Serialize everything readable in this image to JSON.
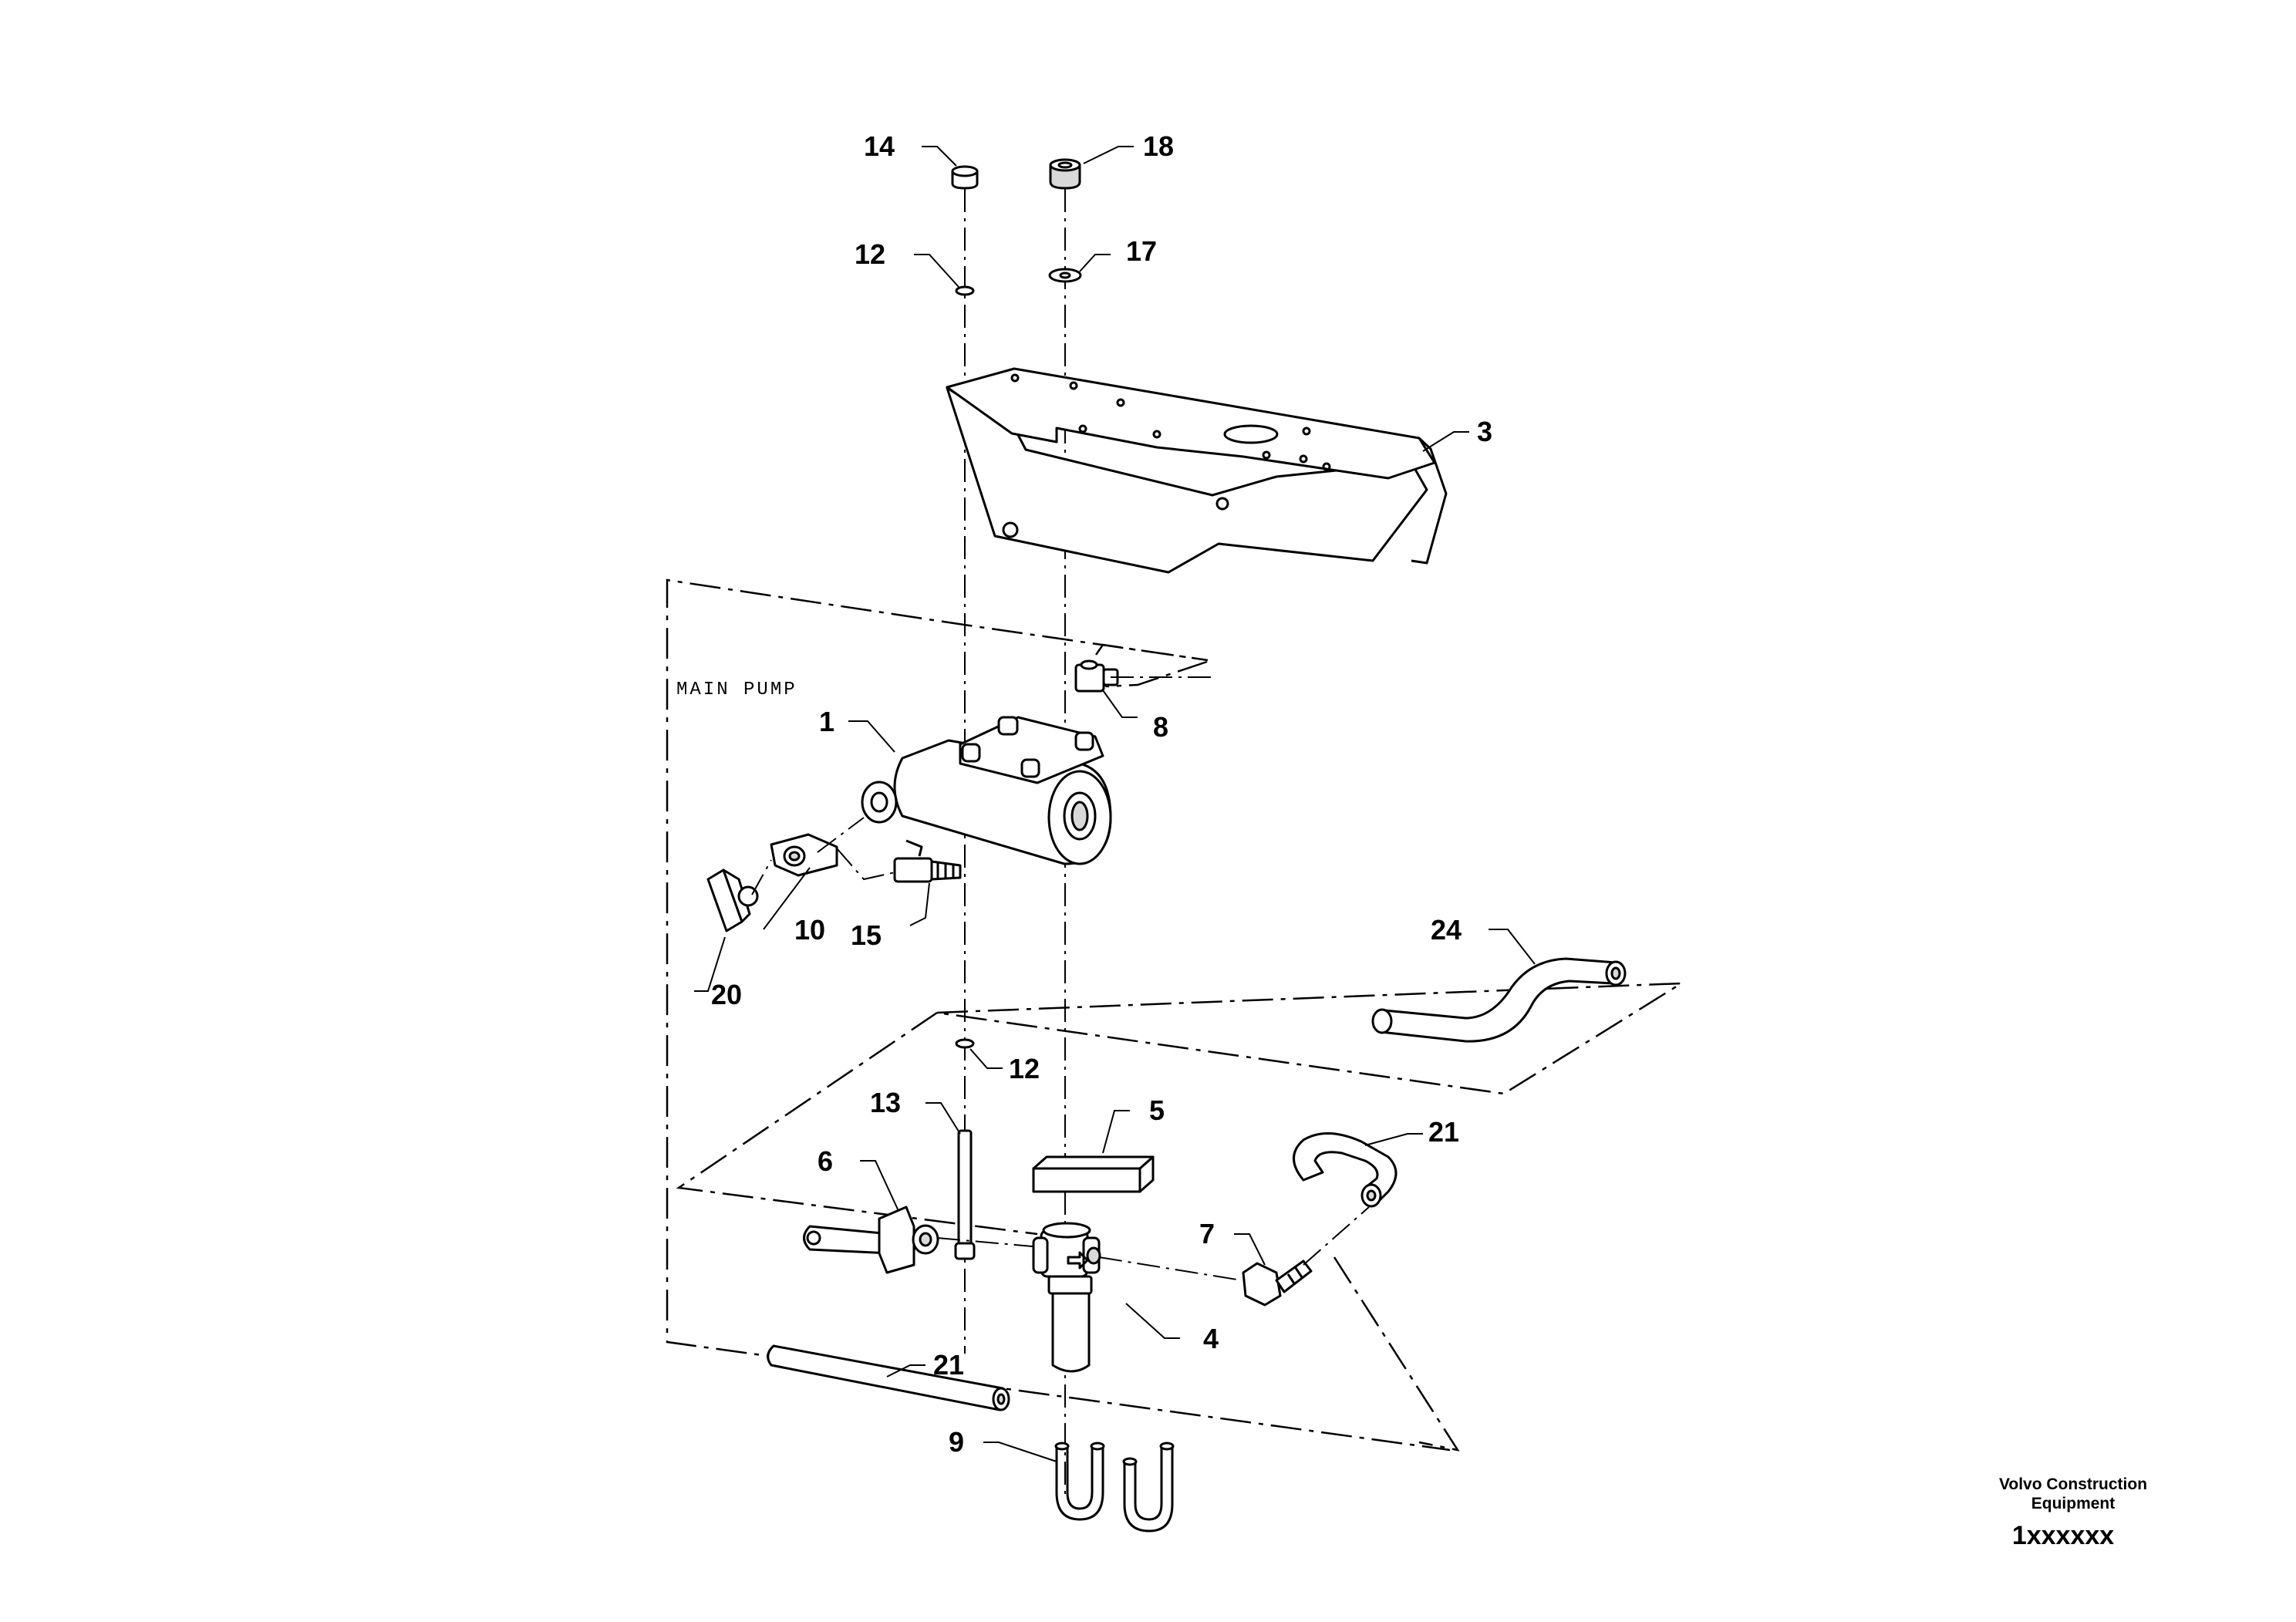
{
  "group_label": "MAIN PUMP",
  "callouts": [
    {
      "id": "c14",
      "text": "14"
    },
    {
      "id": "c18",
      "text": "18"
    },
    {
      "id": "c12a",
      "text": "12"
    },
    {
      "id": "c17",
      "text": "17"
    },
    {
      "id": "c3",
      "text": "3"
    },
    {
      "id": "c1",
      "text": "1"
    },
    {
      "id": "c8",
      "text": "8"
    },
    {
      "id": "c10",
      "text": "10"
    },
    {
      "id": "c15",
      "text": "15"
    },
    {
      "id": "c20",
      "text": "20"
    },
    {
      "id": "c24",
      "text": "24"
    },
    {
      "id": "c12b",
      "text": "12"
    },
    {
      "id": "c13",
      "text": "13"
    },
    {
      "id": "c5",
      "text": "5"
    },
    {
      "id": "c21a",
      "text": "21"
    },
    {
      "id": "c6",
      "text": "6"
    },
    {
      "id": "c7",
      "text": "7"
    },
    {
      "id": "c4",
      "text": "4"
    },
    {
      "id": "c21b",
      "text": "21"
    },
    {
      "id": "c9",
      "text": "9"
    }
  ],
  "footer": {
    "company_line1": "Volvo Construction",
    "company_line2": "Equipment",
    "part_number": "1xxxxxx"
  }
}
